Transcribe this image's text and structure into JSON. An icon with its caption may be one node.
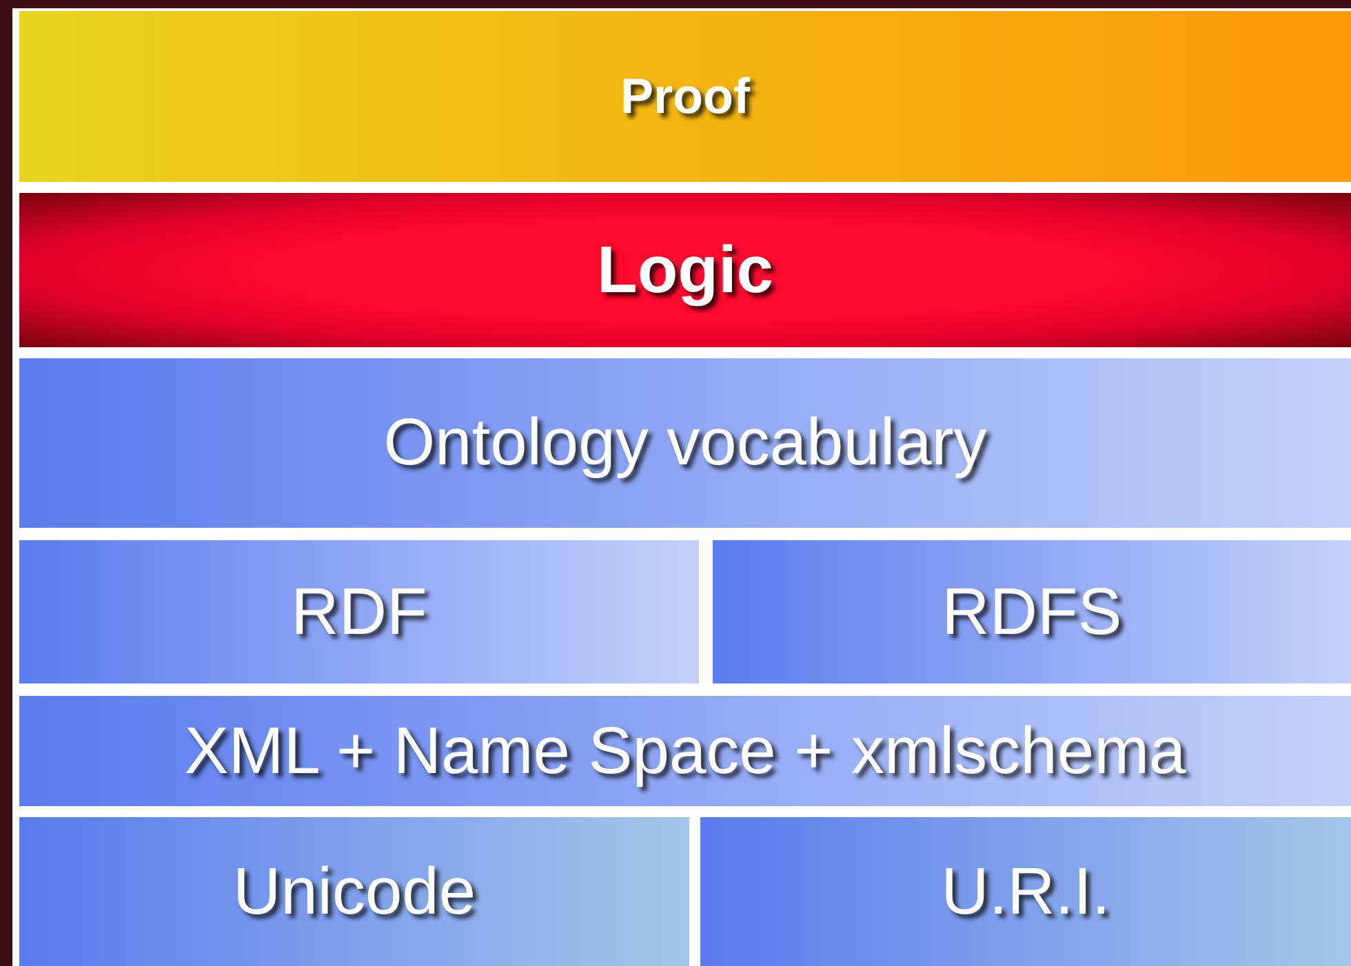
{
  "diagram": {
    "nodes": [
      {
        "text": [
          "Proof"
        ]
      },
      {
        "text": [
          "Logic"
        ]
      },
      {
        "text": [
          "Ontology vocabulary"
        ]
      },
      {
        "text": [
          "RDF"
        ]
      },
      {
        "text": [
          "RDFS"
        ]
      },
      {
        "text": [
          "XML + Name Space + xmlschema"
        ]
      },
      {
        "text": [
          "Unicode"
        ]
      },
      {
        "text": [
          "U.R.I."
        ]
      }
    ]
  }
}
